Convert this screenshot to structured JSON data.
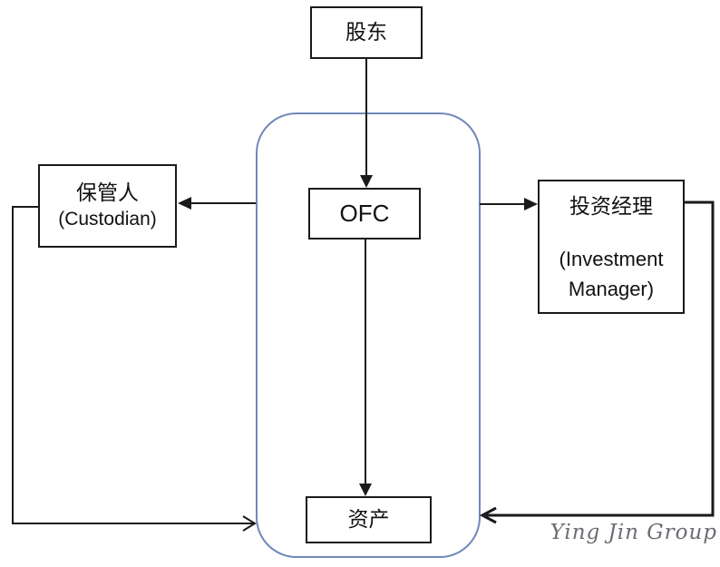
{
  "diagram": {
    "nodes": {
      "shareholder": {
        "label": "股东"
      },
      "ofc": {
        "label": "OFC"
      },
      "asset": {
        "label": "资产"
      },
      "custodian": {
        "line1": "保管人",
        "line2": "(Custodian)"
      },
      "investment_manager": {
        "line1": "投资经理",
        "line2": "(Investment",
        "line3": "Manager)"
      }
    },
    "edges": [
      {
        "from": "shareholder",
        "to": "ofc",
        "style": "solid-arrow"
      },
      {
        "from": "ofc",
        "to": "asset",
        "style": "solid-arrow"
      },
      {
        "from": "ofc-container",
        "to": "custodian",
        "style": "solid-arrow"
      },
      {
        "from": "ofc-container",
        "to": "investment_manager",
        "style": "solid-arrow"
      },
      {
        "from": "custodian",
        "to": "ofc-container-bottom",
        "style": "stick-arrow"
      },
      {
        "from": "investment_manager",
        "to": "ofc-container-bottom",
        "style": "stick-arrow"
      }
    ],
    "watermark": "Ying Jin Group",
    "colors": {
      "container_border": "#6e88b8",
      "line": "#1a1a1a",
      "box_border": "#1a1a1a",
      "watermark": "#6b6b73",
      "background": "#ffffff"
    }
  }
}
